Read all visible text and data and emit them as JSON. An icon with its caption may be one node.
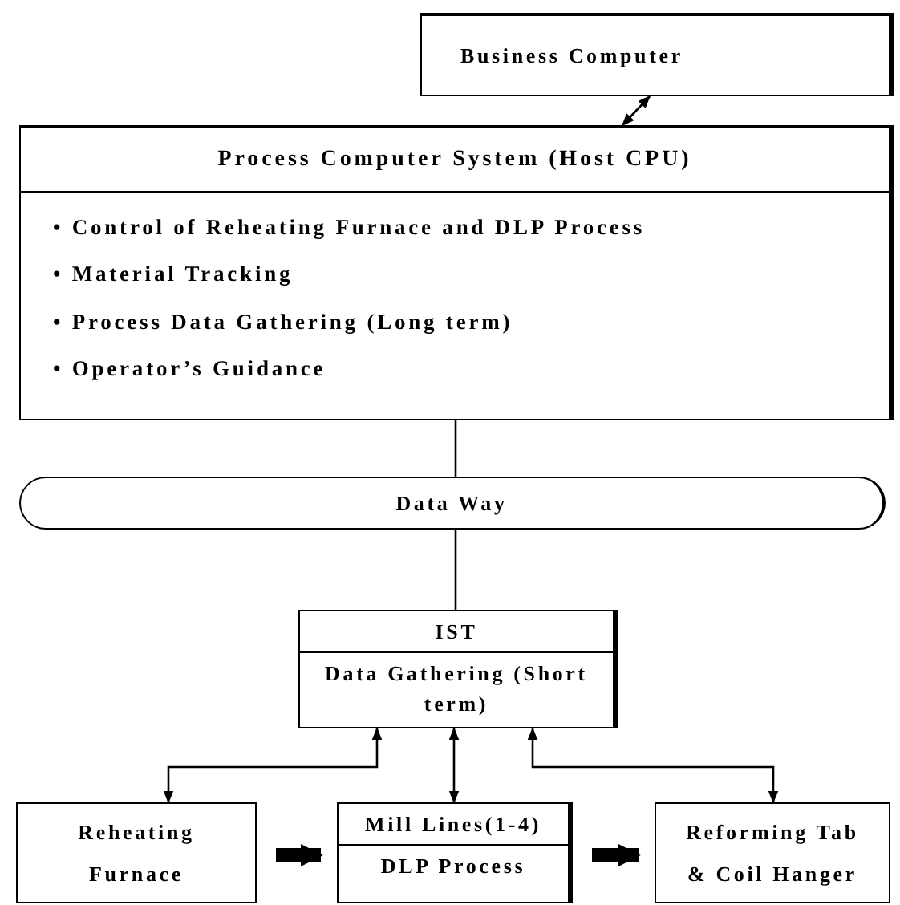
{
  "diagram": {
    "nodes": [
      {
        "text": [
          "Business Computer"
        ]
      },
      {
        "text": [
          "Process Computer System (Host CPU)",
          "• Control of Reheating Furnace and DLP Process",
          "• Material Tracking",
          "• Process Data Gathering (Long term)",
          "• Operator’s Guidance"
        ]
      },
      {
        "text": [
          "Data Way"
        ]
      },
      {
        "text": [
          "IST",
          "Data Gathering (Short term)"
        ]
      },
      {
        "text": [
          "Reheating Furnace"
        ]
      },
      {
        "text": [
          "Mill Lines(1-4)",
          "DLP Process"
        ]
      },
      {
        "text": [
          "Reforming Tab & Coil Hanger"
        ]
      }
    ],
    "edges": [
      {
        "from": 0,
        "to": 1,
        "arrow": "both"
      },
      {
        "from": 1,
        "to": 2,
        "arrow": "none"
      },
      {
        "from": 2,
        "to": 3,
        "arrow": "none"
      },
      {
        "from": 3,
        "to": 4,
        "arrow": "both"
      },
      {
        "from": 3,
        "to": 5,
        "arrow": "both"
      },
      {
        "from": 3,
        "to": 6,
        "arrow": "both"
      },
      {
        "from": 4,
        "to": 5,
        "arrow": "to",
        "style": "thick"
      },
      {
        "from": 5,
        "to": 6,
        "arrow": "to",
        "style": "thick"
      }
    ]
  }
}
